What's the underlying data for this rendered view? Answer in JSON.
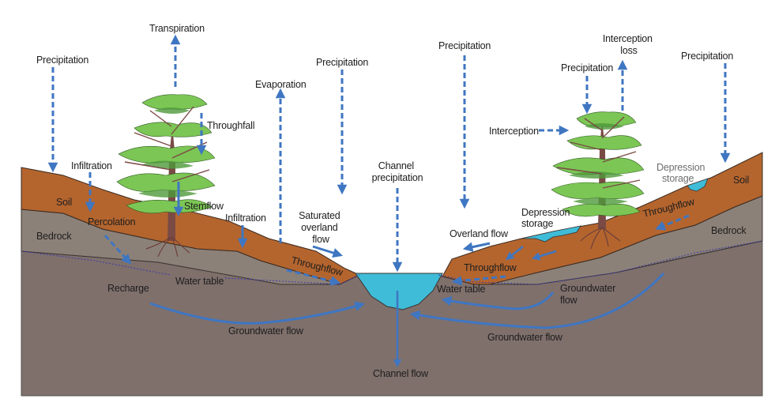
{
  "diagram": {
    "title": "Hillslope hydrological processes",
    "colors": {
      "soil": "#b4652e",
      "bedrock": "#8c8178",
      "groundwater_zone": "#7f706c",
      "water": "#3fbcd8",
      "arrow": "#3f76c2",
      "foliage_light": "#7cc655",
      "foliage_dark": "#4f9a3c",
      "trunk": "#7a4a44",
      "water_table_line": "#3a3aa8"
    },
    "layers": {
      "soil_left": "Soil",
      "bedrock_left": "Bedrock",
      "soil_right": "Soil",
      "bedrock_right": "Bedrock"
    },
    "labels": {
      "precipitation_left": "Precipitation",
      "transpiration": "Transpiration",
      "throughfall": "Throughfall",
      "infiltration_left": "Infiltration",
      "stemflow": "Stemflow",
      "infiltration_mid": "Infiltration",
      "percolation": "Percolation",
      "evaporation": "Evaporation",
      "precipitation_center": "Precipitation",
      "saturated_overland_flow": [
        "Saturated",
        "overland",
        "flow"
      ],
      "throughflow_left": "Throughflow",
      "water_table_left": "Water table",
      "recharge": "Recharge",
      "groundwater_flow_left": "Groundwater flow",
      "channel_precipitation": [
        "Channel",
        "precipitation"
      ],
      "channel_flow": "Channel flow",
      "precipitation_right1": "Precipitation",
      "overland_flow": "Overland flow",
      "depression_storage_mid": [
        "Depression",
        "storage"
      ],
      "throughflow_right_low": "Throughflow",
      "water_table_right": "Water table",
      "groundwater_flow_right_upper": [
        "Groundwater",
        "flow"
      ],
      "groundwater_flow_right_lower": "Groundwater flow",
      "interception": "Interception",
      "precipitation_tree_right": "Precipitation",
      "interception_loss": [
        "Interception",
        "loss"
      ],
      "precipitation_far_right": "Precipitation",
      "depression_storage_right": [
        "Depression",
        "storage"
      ],
      "throughflow_right_high": "Throughflow"
    }
  }
}
